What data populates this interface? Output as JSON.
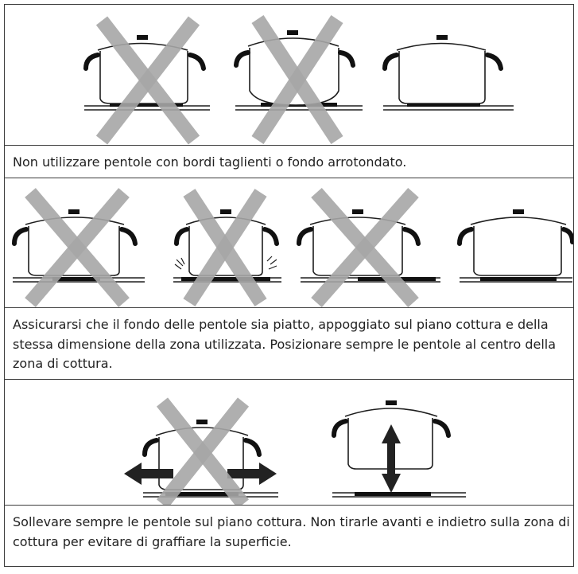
{
  "colors": {
    "border": "#3c3c3c",
    "pot_stroke": "#1e1e1e",
    "cross": "#a6a6a6",
    "text": "#222222"
  },
  "figures": [
    {
      "name": "pot-shape-illustration",
      "description_id": "figure-1",
      "pots": [
        {
          "kind": "pot-with-sharp-edges",
          "crossed": true
        },
        {
          "kind": "pot-with-rounded-bottom",
          "crossed": true
        },
        {
          "kind": "pot-flat-bottom",
          "crossed": false
        }
      ]
    },
    {
      "name": "pot-position-illustration",
      "description_id": "figure-2",
      "pots": [
        {
          "kind": "pot-bottom-too-small",
          "crossed": true
        },
        {
          "kind": "pot-smaller-than-zone",
          "crossed": true
        },
        {
          "kind": "pot-off-center",
          "crossed": true
        },
        {
          "kind": "pot-correct-position",
          "crossed": false
        }
      ]
    },
    {
      "name": "pot-movement-illustration",
      "description_id": "figure-3",
      "pots": [
        {
          "kind": "pot-sliding",
          "crossed": true
        },
        {
          "kind": "pot-lifting",
          "crossed": false
        }
      ]
    }
  ],
  "text": {
    "note1": "Non utilizzare pentole con bordi taglienti o fondo arrotondato.",
    "note2": "Assicurarsi che il fondo delle pentole sia piatto, appoggiato sul piano cottura e della stessa dimensione della zona utilizzata. Posizionare sempre le pentole al centro della zona di cottura.",
    "note3": "Sollevare sempre le pentole sul piano cottura. Non tirarle avanti e indietro sulla zona di cottura per evitare di graffiare la superficie."
  }
}
